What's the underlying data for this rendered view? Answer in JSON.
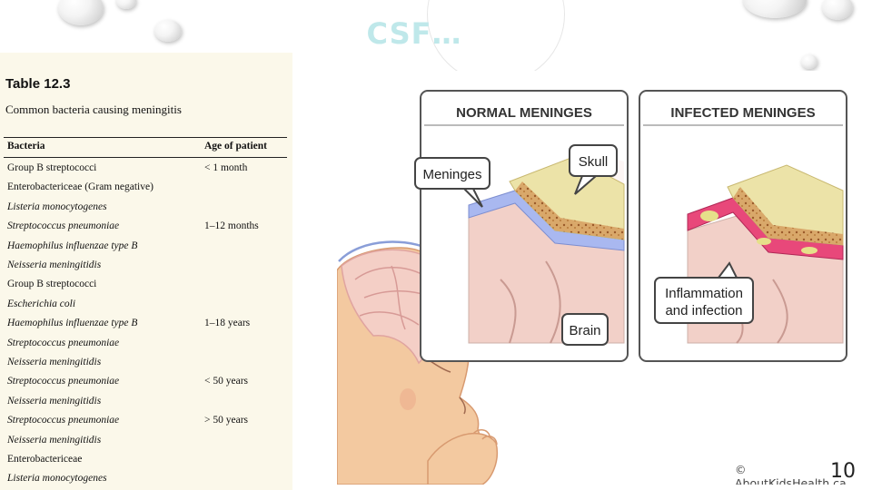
{
  "slide": {
    "title": "CSF…",
    "page_number": "10"
  },
  "table": {
    "number": "Table 12.3",
    "caption": "Common bacteria causing meningitis",
    "headers": [
      "Bacteria",
      "Age of patient"
    ],
    "rows": [
      {
        "bacteria": "Group B streptococci",
        "age": "< 1 month",
        "italic": false
      },
      {
        "bacteria": "Enterobactericeae (Gram negative)",
        "age": "",
        "italic": false
      },
      {
        "bacteria": "Listeria monocytogenes",
        "age": "",
        "italic": true
      },
      {
        "bacteria": "Streptococcus pneumoniae",
        "age": "1–12 months",
        "italic": true
      },
      {
        "bacteria": "Haemophilus influenzae type B",
        "age": "",
        "italic": true
      },
      {
        "bacteria": "Neisseria meningitidis",
        "age": "",
        "italic": true
      },
      {
        "bacteria": "Group B streptococci",
        "age": "",
        "italic": false
      },
      {
        "bacteria": "Escherichia coli",
        "age": "",
        "italic": true
      },
      {
        "bacteria": "Haemophilus influenzae type B",
        "age": "1–18 years",
        "italic": true
      },
      {
        "bacteria": "Streptococcus pneumoniae",
        "age": "",
        "italic": true
      },
      {
        "bacteria": "Neisseria meningitidis",
        "age": "",
        "italic": true
      },
      {
        "bacteria": "Streptococcus pneumoniae",
        "age": "< 50 years",
        "italic": true
      },
      {
        "bacteria": "Neisseria meningitidis",
        "age": "",
        "italic": true
      },
      {
        "bacteria": "Streptococcus pneumoniae",
        "age": "> 50 years",
        "italic": true
      },
      {
        "bacteria": "Neisseria meningitidis",
        "age": "",
        "italic": true
      },
      {
        "bacteria": "Enterobactericeae",
        "age": "",
        "italic": false
      },
      {
        "bacteria": "Listeria monocytogenes",
        "age": "",
        "italic": true
      }
    ]
  },
  "illustration": {
    "normal_panel_title": "NORMAL MENINGES",
    "infected_panel_title": "INFECTED MENINGES",
    "label_meninges": "Meninges",
    "label_skull": "Skull",
    "label_brain": "Brain",
    "label_inflammation_line1": "Inflammation",
    "label_inflammation_line2": "and infection",
    "credit": "© AboutKidsHealth.ca"
  },
  "colors": {
    "title": "#bfe8ea",
    "table_background": "#fbf8ea",
    "meninges_normal": "#a9b8f0",
    "meninges_infected": "#e8487a",
    "skull": "#ece3a8",
    "brain": "#f1cfc8"
  }
}
